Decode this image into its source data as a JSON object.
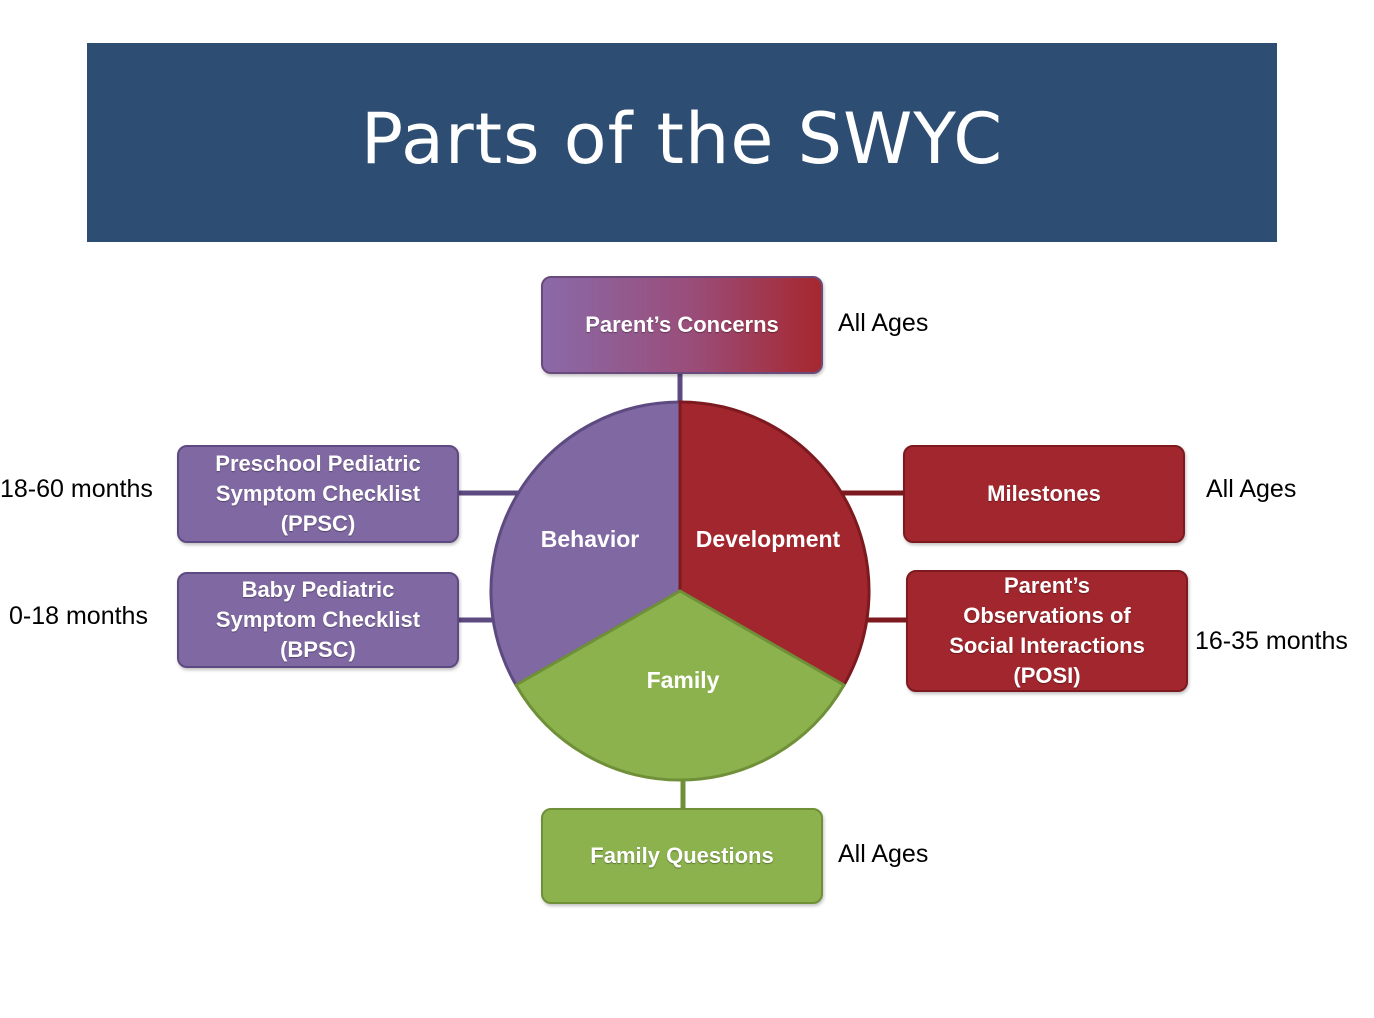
{
  "title": "Parts of the SWYC",
  "segments": {
    "behavior": "Behavior",
    "development": "Development",
    "family": "Family"
  },
  "boxes": {
    "parents_concerns": "Parent’s Concerns",
    "ppsc": [
      "Preschool Pediatric",
      "Symptom Checklist",
      "(PPSC)"
    ],
    "bpsc": [
      "Baby Pediatric",
      "Symptom Checklist",
      "(BPSC)"
    ],
    "milestones": "Milestones",
    "posi": [
      "Parent’s",
      "Observations of",
      "Social Interactions",
      "(POSI)"
    ],
    "family_questions": "Family Questions"
  },
  "age_notes": {
    "parents_concerns": "All Ages",
    "ppsc": "18-60 months",
    "bpsc": "0-18 months",
    "milestones": "All Ages",
    "posi": "16-35 months",
    "family_questions": "All Ages"
  },
  "colors": {
    "title_bg": "#2e4d73",
    "behavior": "#8069a3",
    "development": "#a2262d",
    "family": "#8cb24e"
  }
}
